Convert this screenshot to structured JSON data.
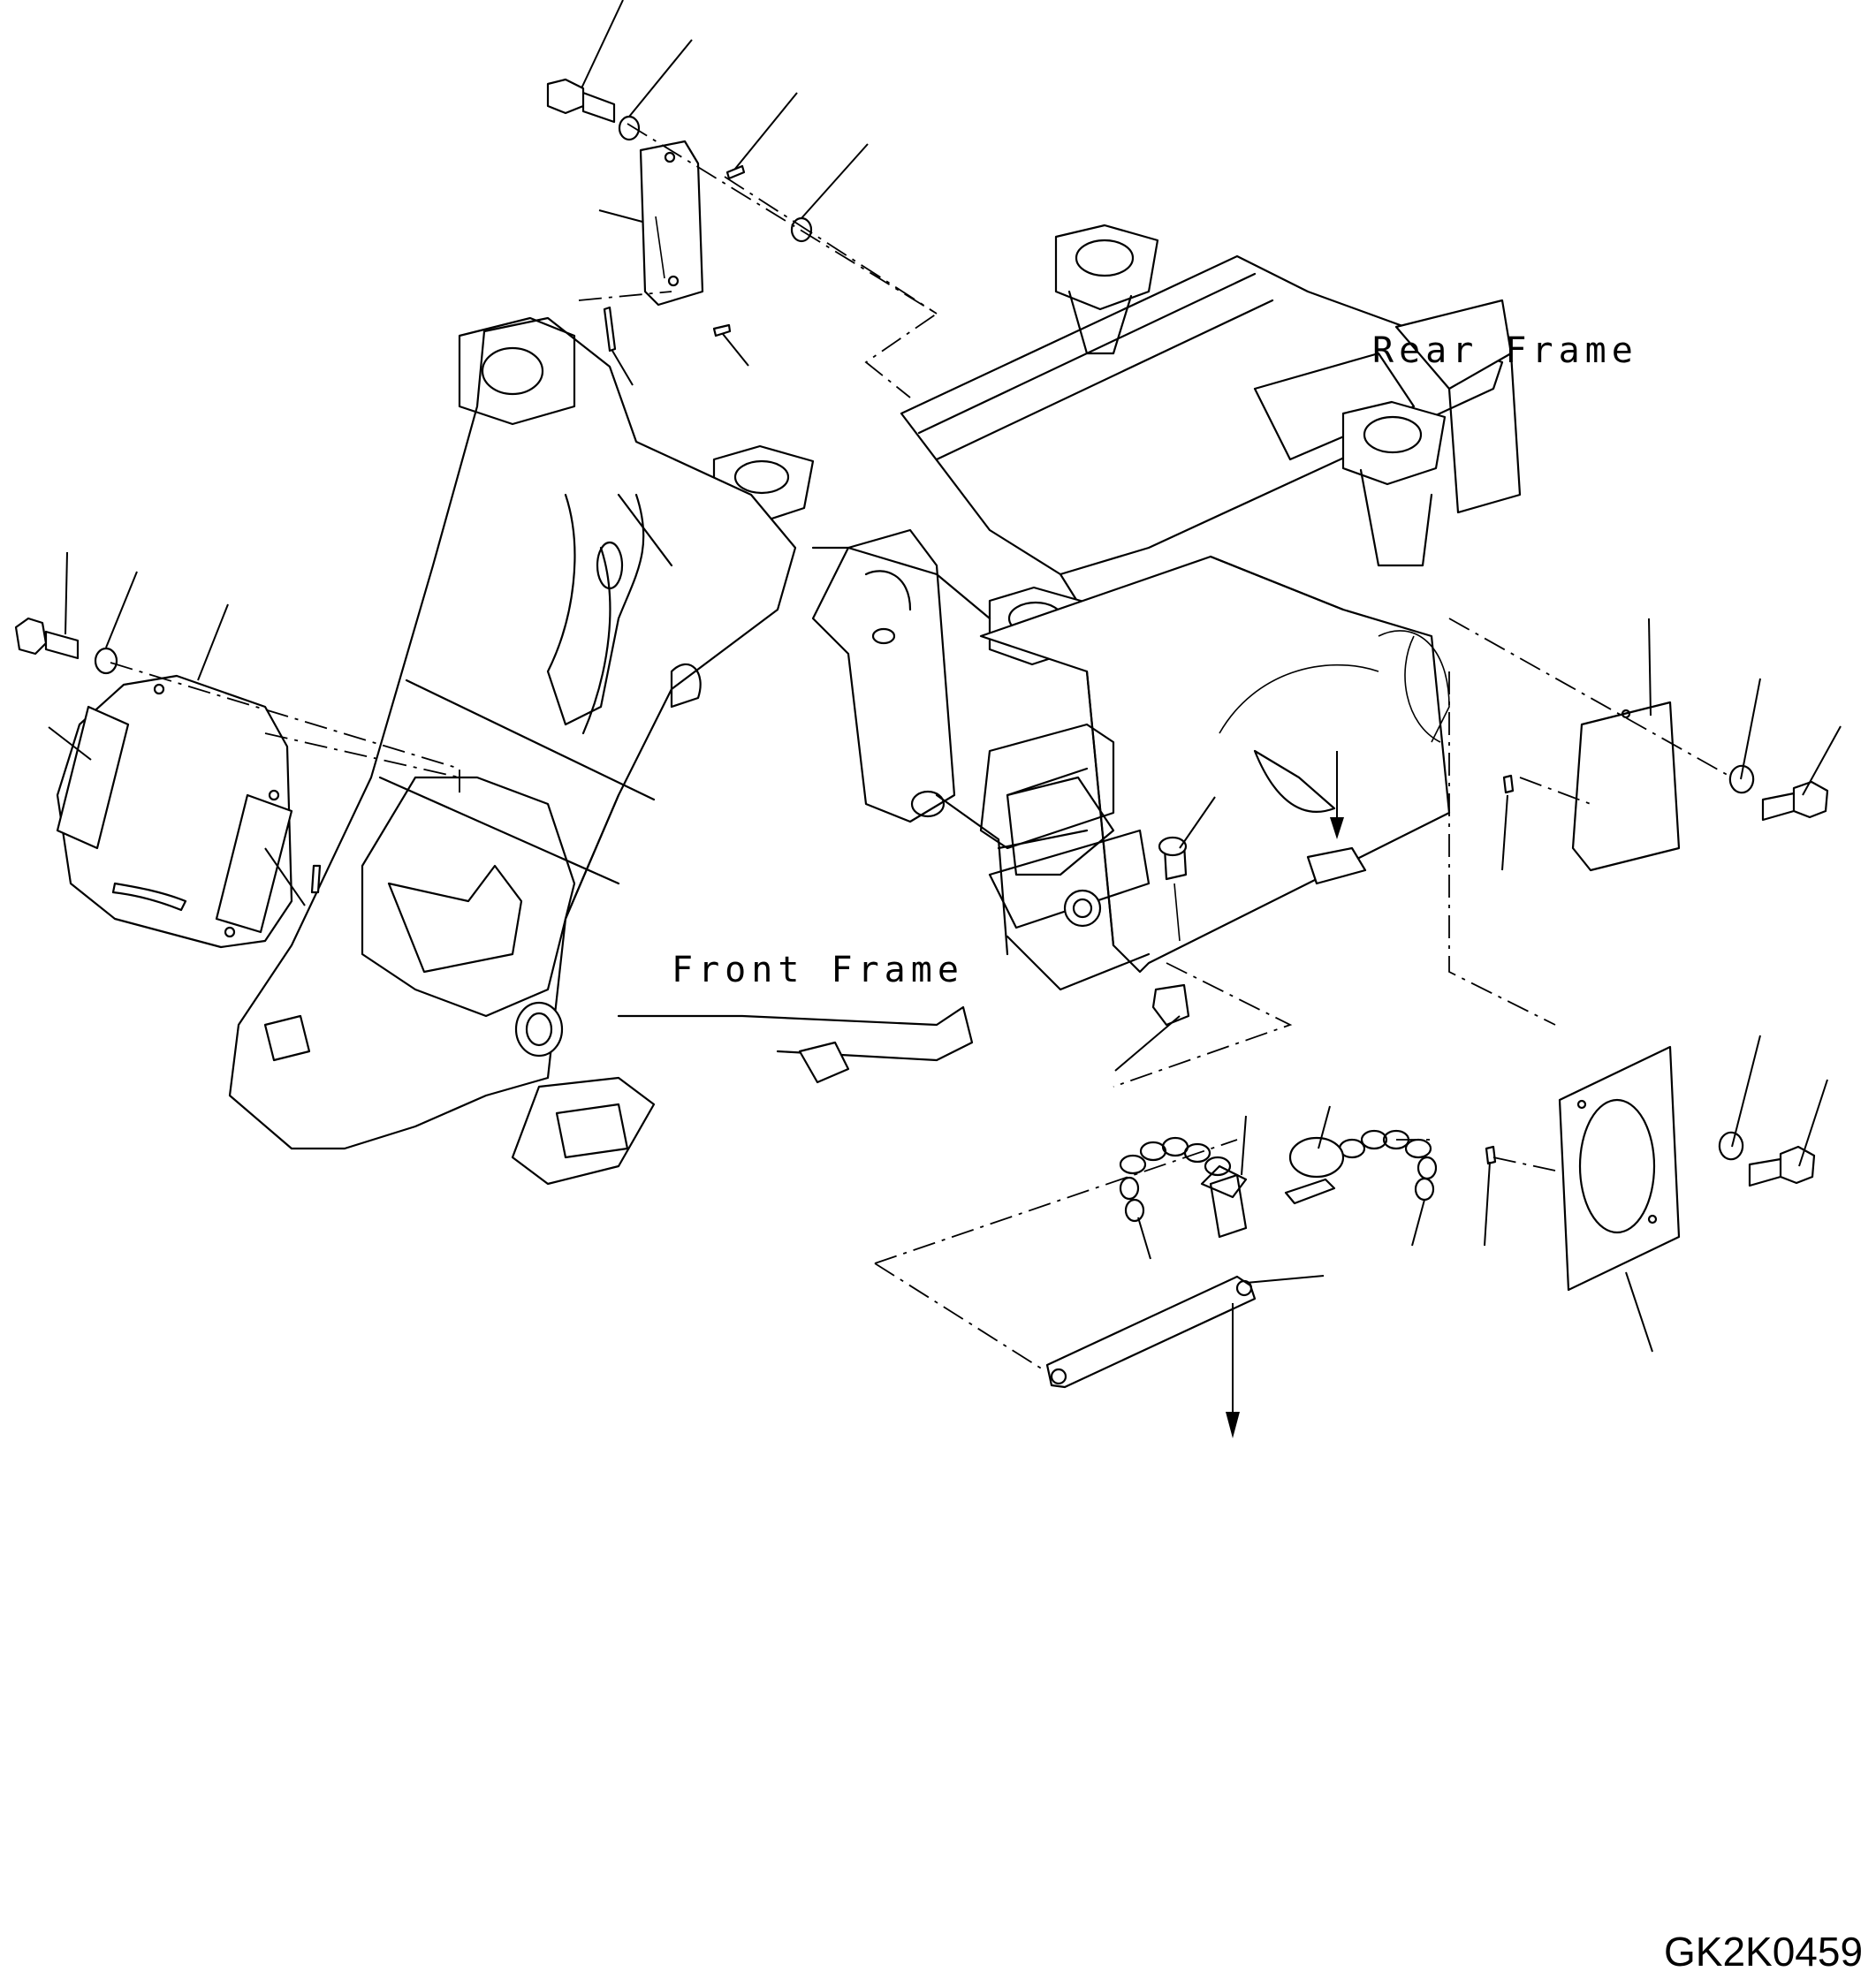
{
  "labels": {
    "rear_frame": "Rear Frame",
    "front_frame": "Front Frame"
  },
  "drawing_code": "GK2K0459"
}
